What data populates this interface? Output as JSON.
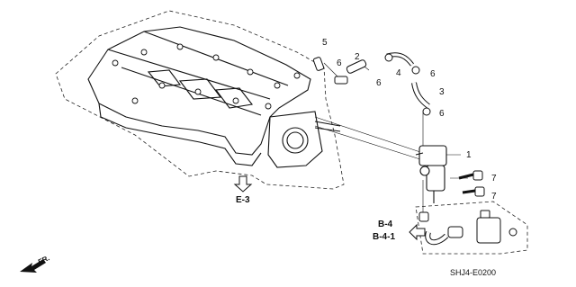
{
  "callouts": {
    "c1": "1",
    "c2": "2",
    "c3": "3",
    "c4": "4",
    "c5": "5",
    "c6a": "6",
    "c6b": "6",
    "c6c": "6",
    "c6d": "6",
    "c7a": "7",
    "c7b": "7"
  },
  "refs": {
    "e3": "E-3",
    "b4": "B-4",
    "b41": "B-4-1"
  },
  "direction": {
    "label": "FR."
  },
  "diagram_code": "SHJ4-E0200"
}
